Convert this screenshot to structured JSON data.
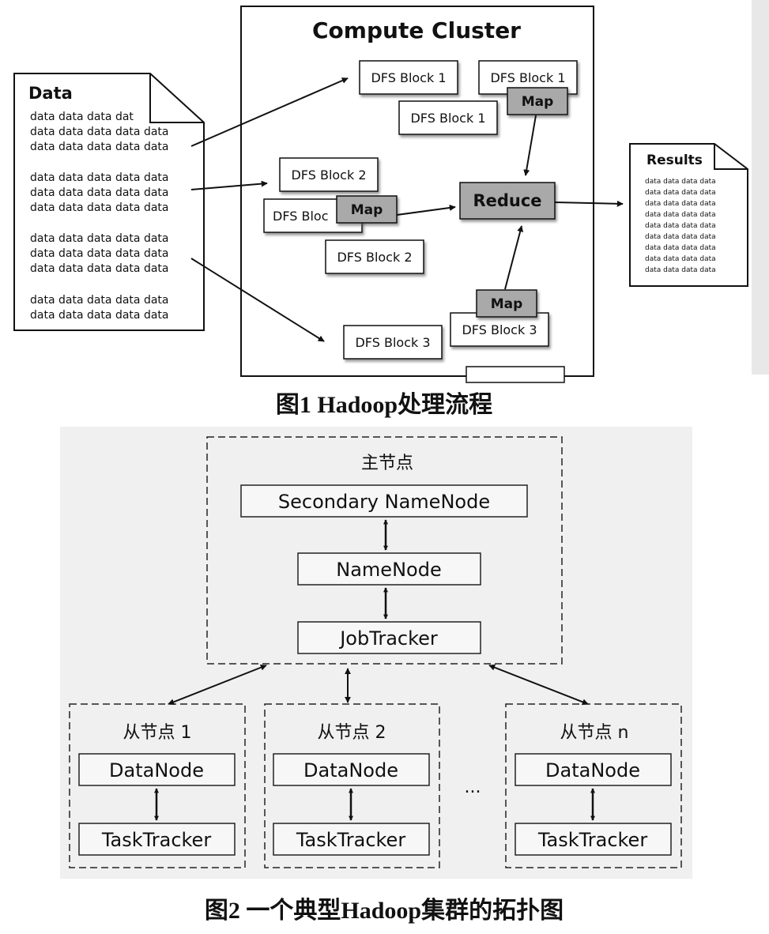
{
  "figure1": {
    "cluster_title": "Compute Cluster",
    "data_title": "Data",
    "data_line": "data data data data data",
    "data_line_short": "data data data dat",
    "blocks": {
      "b1": "DFS Block 1",
      "b2": "DFS Block 2",
      "b2_clipped": "DFS Bloc",
      "b3": "DFS Block 3"
    },
    "map_label": "Map",
    "reduce_label": "Reduce",
    "results_title": "Results",
    "results_line": "data data data data",
    "caption": "图1   Hadoop处理流程"
  },
  "figure2": {
    "master_title": "主节点",
    "secondary_namenode": "Secondary NameNode",
    "namenode": "NameNode",
    "jobtracker": "JobTracker",
    "slave1": "从节点 1",
    "slave2": "从节点 2",
    "slaven": "从节点 n",
    "datanode": "DataNode",
    "tasktracker": "TaskTracker",
    "ellipsis": "...",
    "caption": "图2    一个典型Hadoop集群的拓扑图"
  }
}
